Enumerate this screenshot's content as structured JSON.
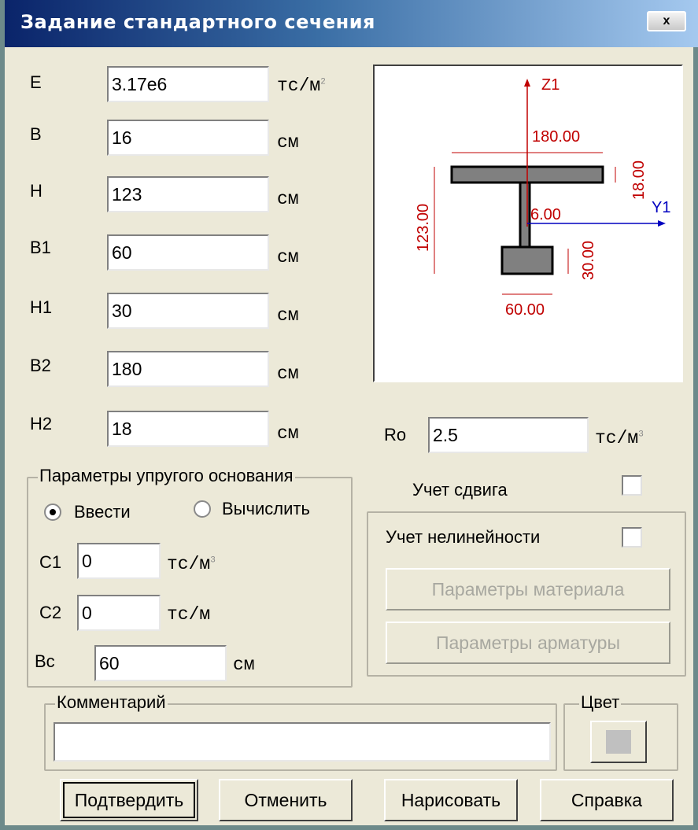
{
  "window": {
    "title": "Задание стандартного сечения",
    "close_label": "x"
  },
  "params": [
    {
      "label": "E",
      "value": "3.17e6",
      "unit": "тс/м",
      "sup": "2"
    },
    {
      "label": "B",
      "value": "16",
      "unit": "см",
      "sup": ""
    },
    {
      "label": "H",
      "value": "123",
      "unit": "см",
      "sup": ""
    },
    {
      "label": "B1",
      "value": "60",
      "unit": "см",
      "sup": ""
    },
    {
      "label": "H1",
      "value": "30",
      "unit": "см",
      "sup": ""
    },
    {
      "label": "B2",
      "value": "180",
      "unit": "см",
      "sup": ""
    },
    {
      "label": "H2",
      "value": "18",
      "unit": "см",
      "sup": ""
    }
  ],
  "ro": {
    "label": "Ro",
    "value": "2.5",
    "unit": "тс/м",
    "sup": "3"
  },
  "foundation": {
    "title": "Параметры упругого основания",
    "radio_enter": "Ввести",
    "radio_calc": "Вычислить",
    "selected": "enter",
    "c1": {
      "label": "C1",
      "value": "0",
      "unit": "тс/м",
      "sup": "3"
    },
    "c2": {
      "label": "C2",
      "value": "0",
      "unit": "тс/м"
    },
    "bc": {
      "label": "Bc",
      "value": "60",
      "unit": "см"
    }
  },
  "shear": {
    "label": "Учет сдвига",
    "checked": false
  },
  "nonlinear": {
    "label": "Учет нелинейности",
    "checked": false,
    "material_button": "Параметры материала",
    "rebar_button": "Параметры арматуры"
  },
  "comment": {
    "title": "Комментарий",
    "value": ""
  },
  "color": {
    "title": "Цвет",
    "swatch": "#c0c0c0"
  },
  "buttons": {
    "confirm": "Подтвердить",
    "cancel": "Отменить",
    "draw": "Нарисовать",
    "help": "Справка"
  },
  "preview": {
    "axis_z": "Z1",
    "axis_y": "Y1",
    "dim_top_width": "180.00",
    "dim_top_height": "18.00",
    "dim_web_width": "6.00",
    "dim_total_height": "123.00",
    "dim_bottom_height": "30.00",
    "dim_bottom_width": "60.00",
    "section_fill": "#808080",
    "dim_color": "#c00000",
    "axis_z_color": "#c00000",
    "axis_y_color": "#0000c0"
  }
}
